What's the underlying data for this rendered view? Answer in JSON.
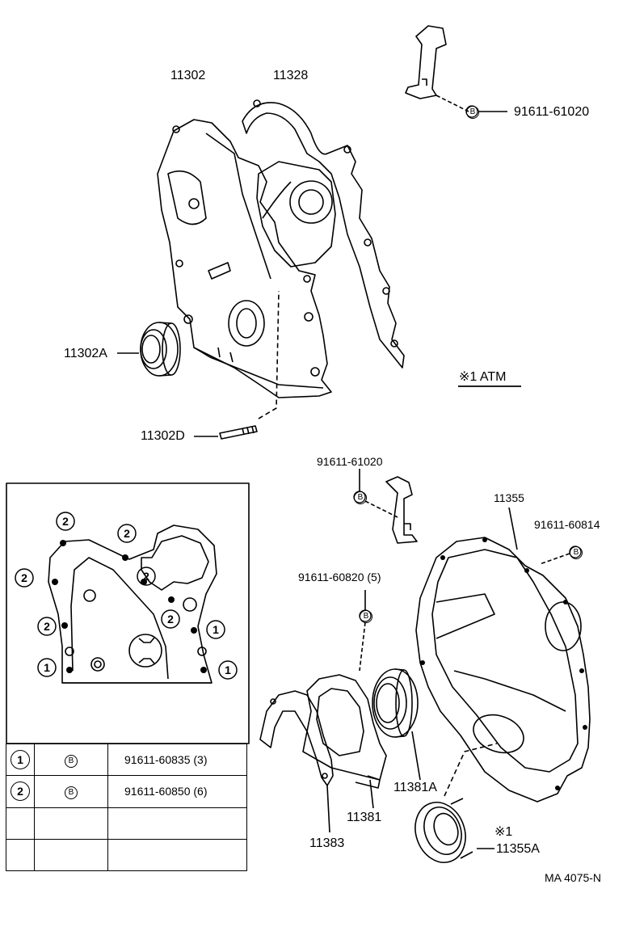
{
  "labels": {
    "p11302": "11302",
    "p11328": "11328",
    "p91611_61020_top": "91611-61020",
    "p11302A": "11302A",
    "atm": "※1 ATM",
    "p11302D": "11302D",
    "p91611_61020_mid": "91611-61020",
    "p11355": "11355",
    "p91611_60814": "91611-60814",
    "p91611_60820": "91611-60820 (5)",
    "p11381A": "11381A",
    "p11381": "11381",
    "p11383": "11383",
    "note1": "※1",
    "p11355A": "11355A",
    "code": "MA 4075-N"
  },
  "markers": {
    "b": "B",
    "one": "1",
    "two": "2"
  },
  "legend": {
    "rows": [
      {
        "num": "1",
        "sym": "B",
        "part": "91611-60835 (3)"
      },
      {
        "num": "2",
        "sym": "B",
        "part": "91611-60850 (6)"
      },
      {
        "num": "",
        "sym": "",
        "part": ""
      },
      {
        "num": "",
        "sym": "",
        "part": ""
      }
    ]
  },
  "inset_callouts": [
    "2",
    "2",
    "2",
    "2",
    "2",
    "2",
    "1",
    "1",
    "1"
  ]
}
